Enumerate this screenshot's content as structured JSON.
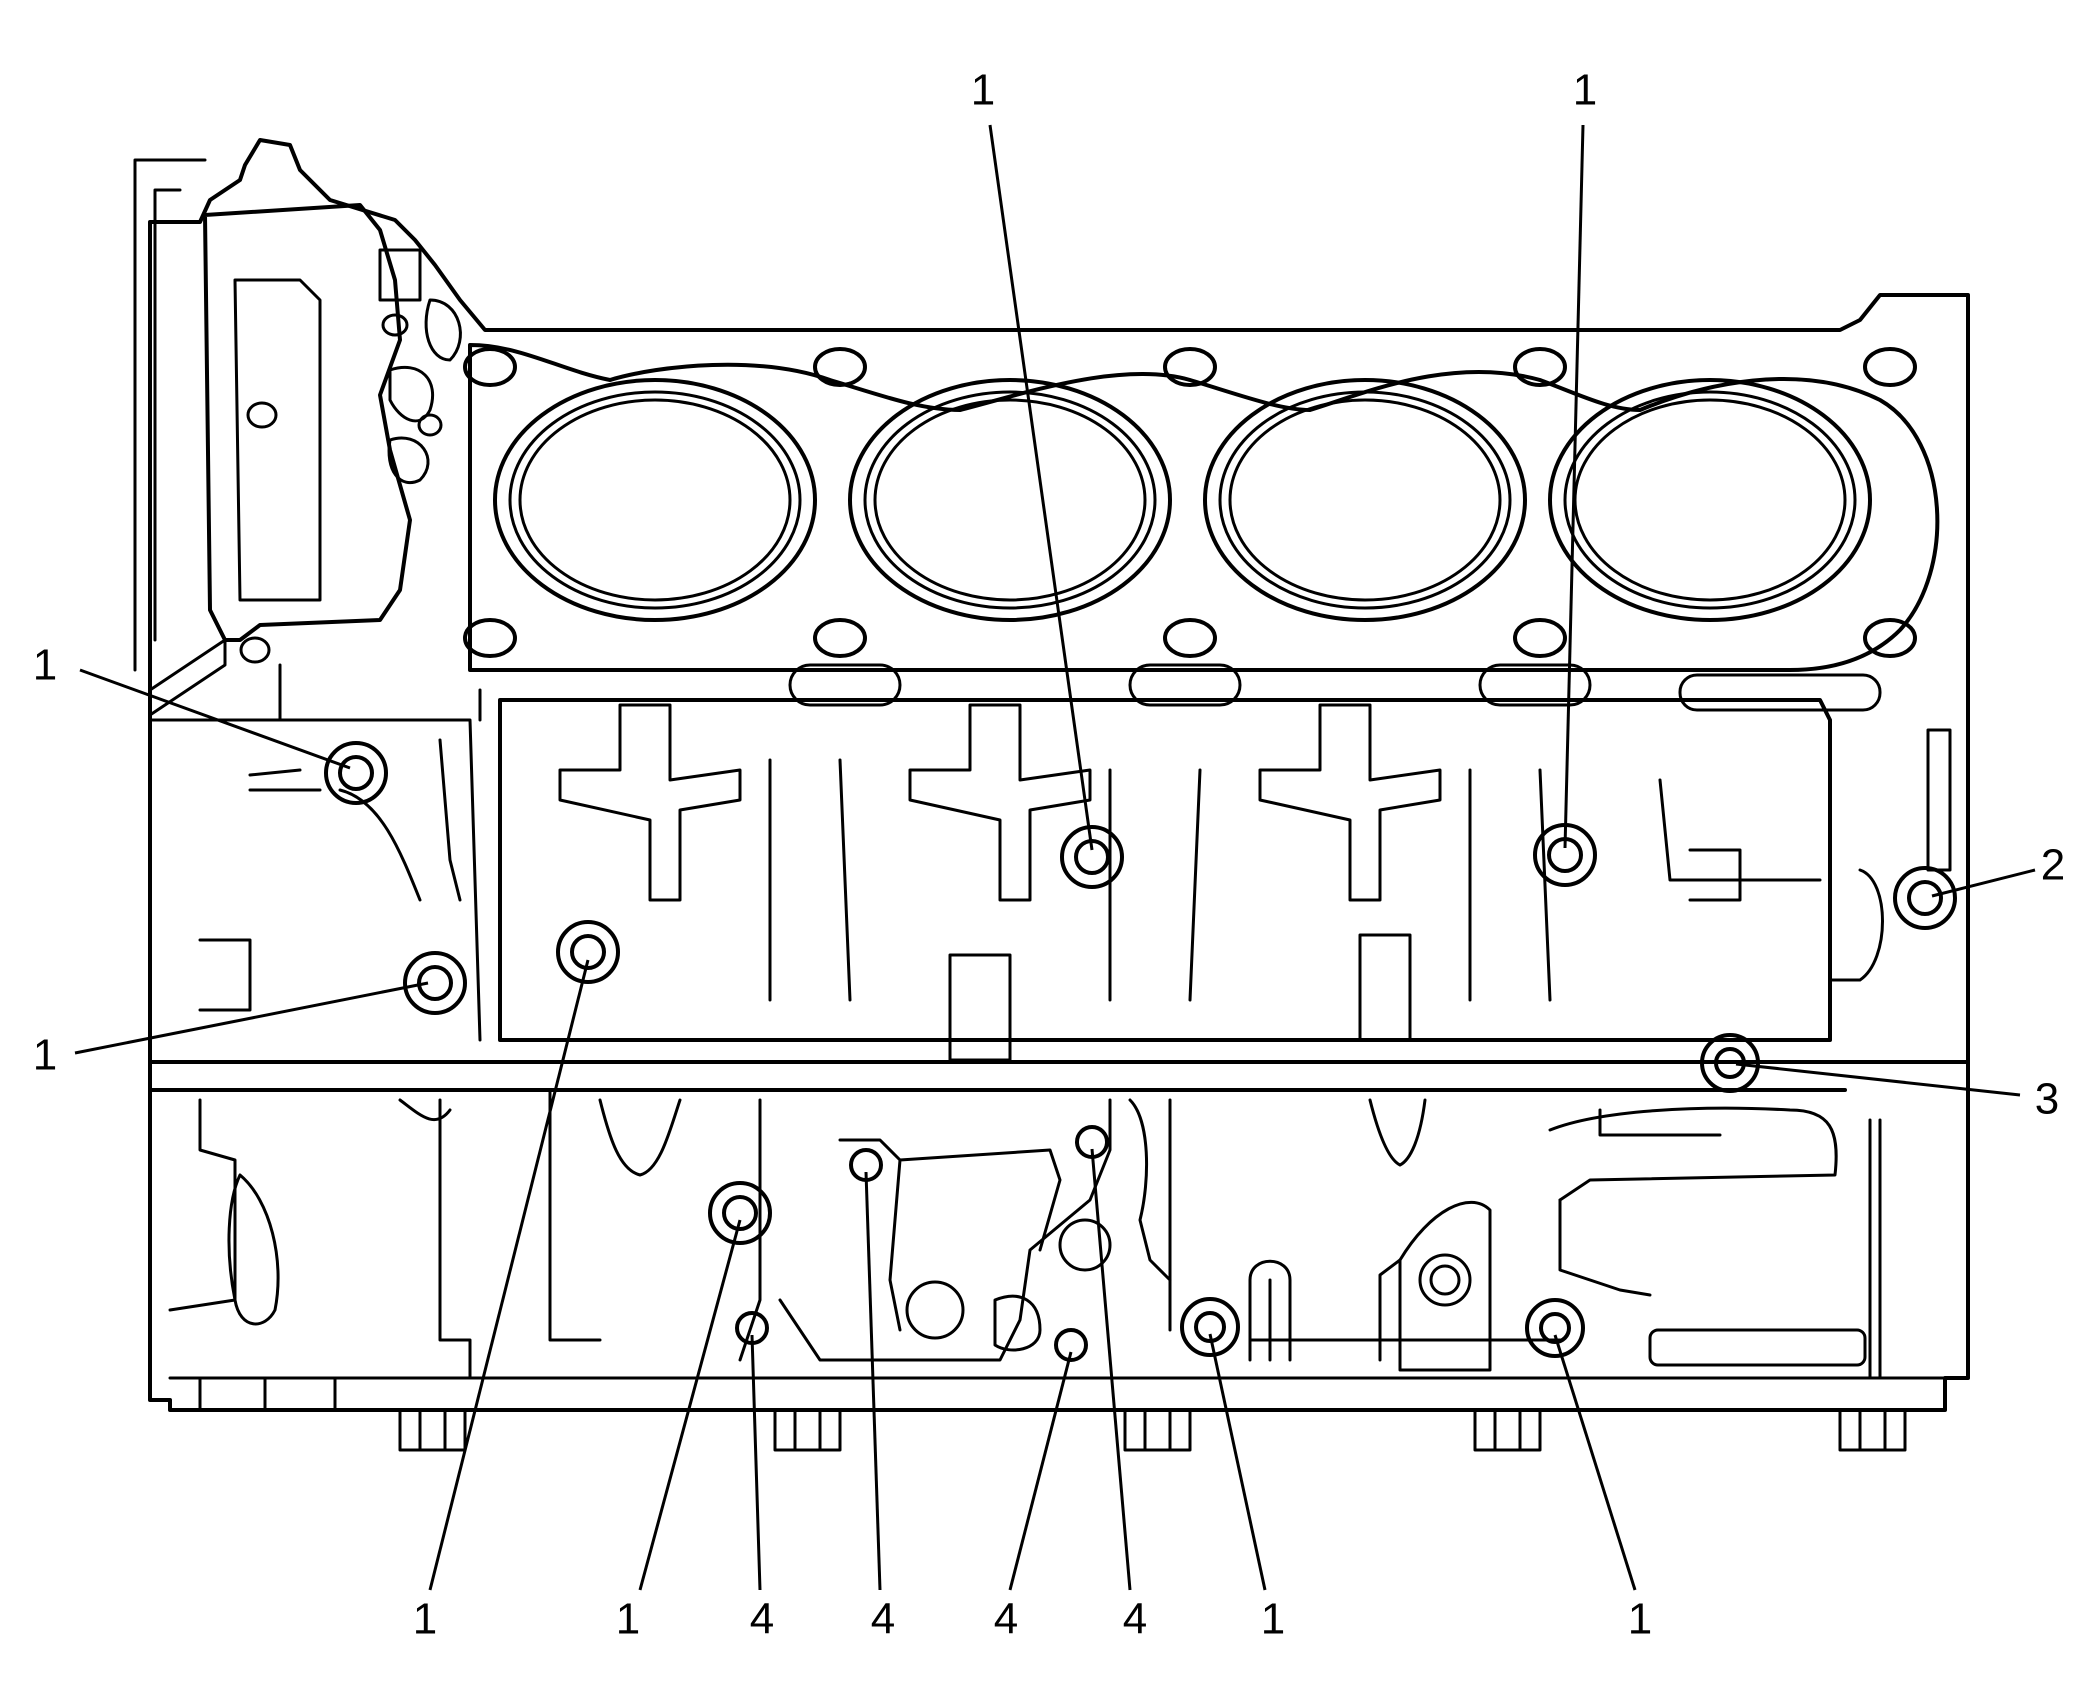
{
  "callouts": [
    {
      "id": "c-top-mid",
      "label": "1"
    },
    {
      "id": "c-top-right",
      "label": "1"
    },
    {
      "id": "c-left-upper",
      "label": "1"
    },
    {
      "id": "c-left-lower",
      "label": "1"
    },
    {
      "id": "c-right-2",
      "label": "2"
    },
    {
      "id": "c-right-3",
      "label": "3"
    },
    {
      "id": "c-bottom-1a",
      "label": "1"
    },
    {
      "id": "c-bottom-1b",
      "label": "1"
    },
    {
      "id": "c-bottom-4a",
      "label": "4"
    },
    {
      "id": "c-bottom-4b",
      "label": "4"
    },
    {
      "id": "c-bottom-4c",
      "label": "4"
    },
    {
      "id": "c-bottom-4d",
      "label": "4"
    },
    {
      "id": "c-bottom-1c",
      "label": "1"
    },
    {
      "id": "c-bottom-1d",
      "label": "1"
    }
  ]
}
